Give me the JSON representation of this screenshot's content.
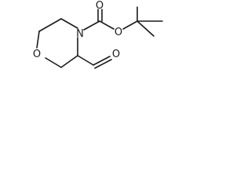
{
  "molecule": {
    "atoms": {
      "ring_oxygen": "O",
      "ring_nitrogen": "N",
      "carbonyl_oxygen": "O",
      "ester_oxygen": "O",
      "aldehyde_oxygen": "O"
    },
    "colors": {
      "ink": "#1a1a1a",
      "background": "#ffffff"
    }
  }
}
